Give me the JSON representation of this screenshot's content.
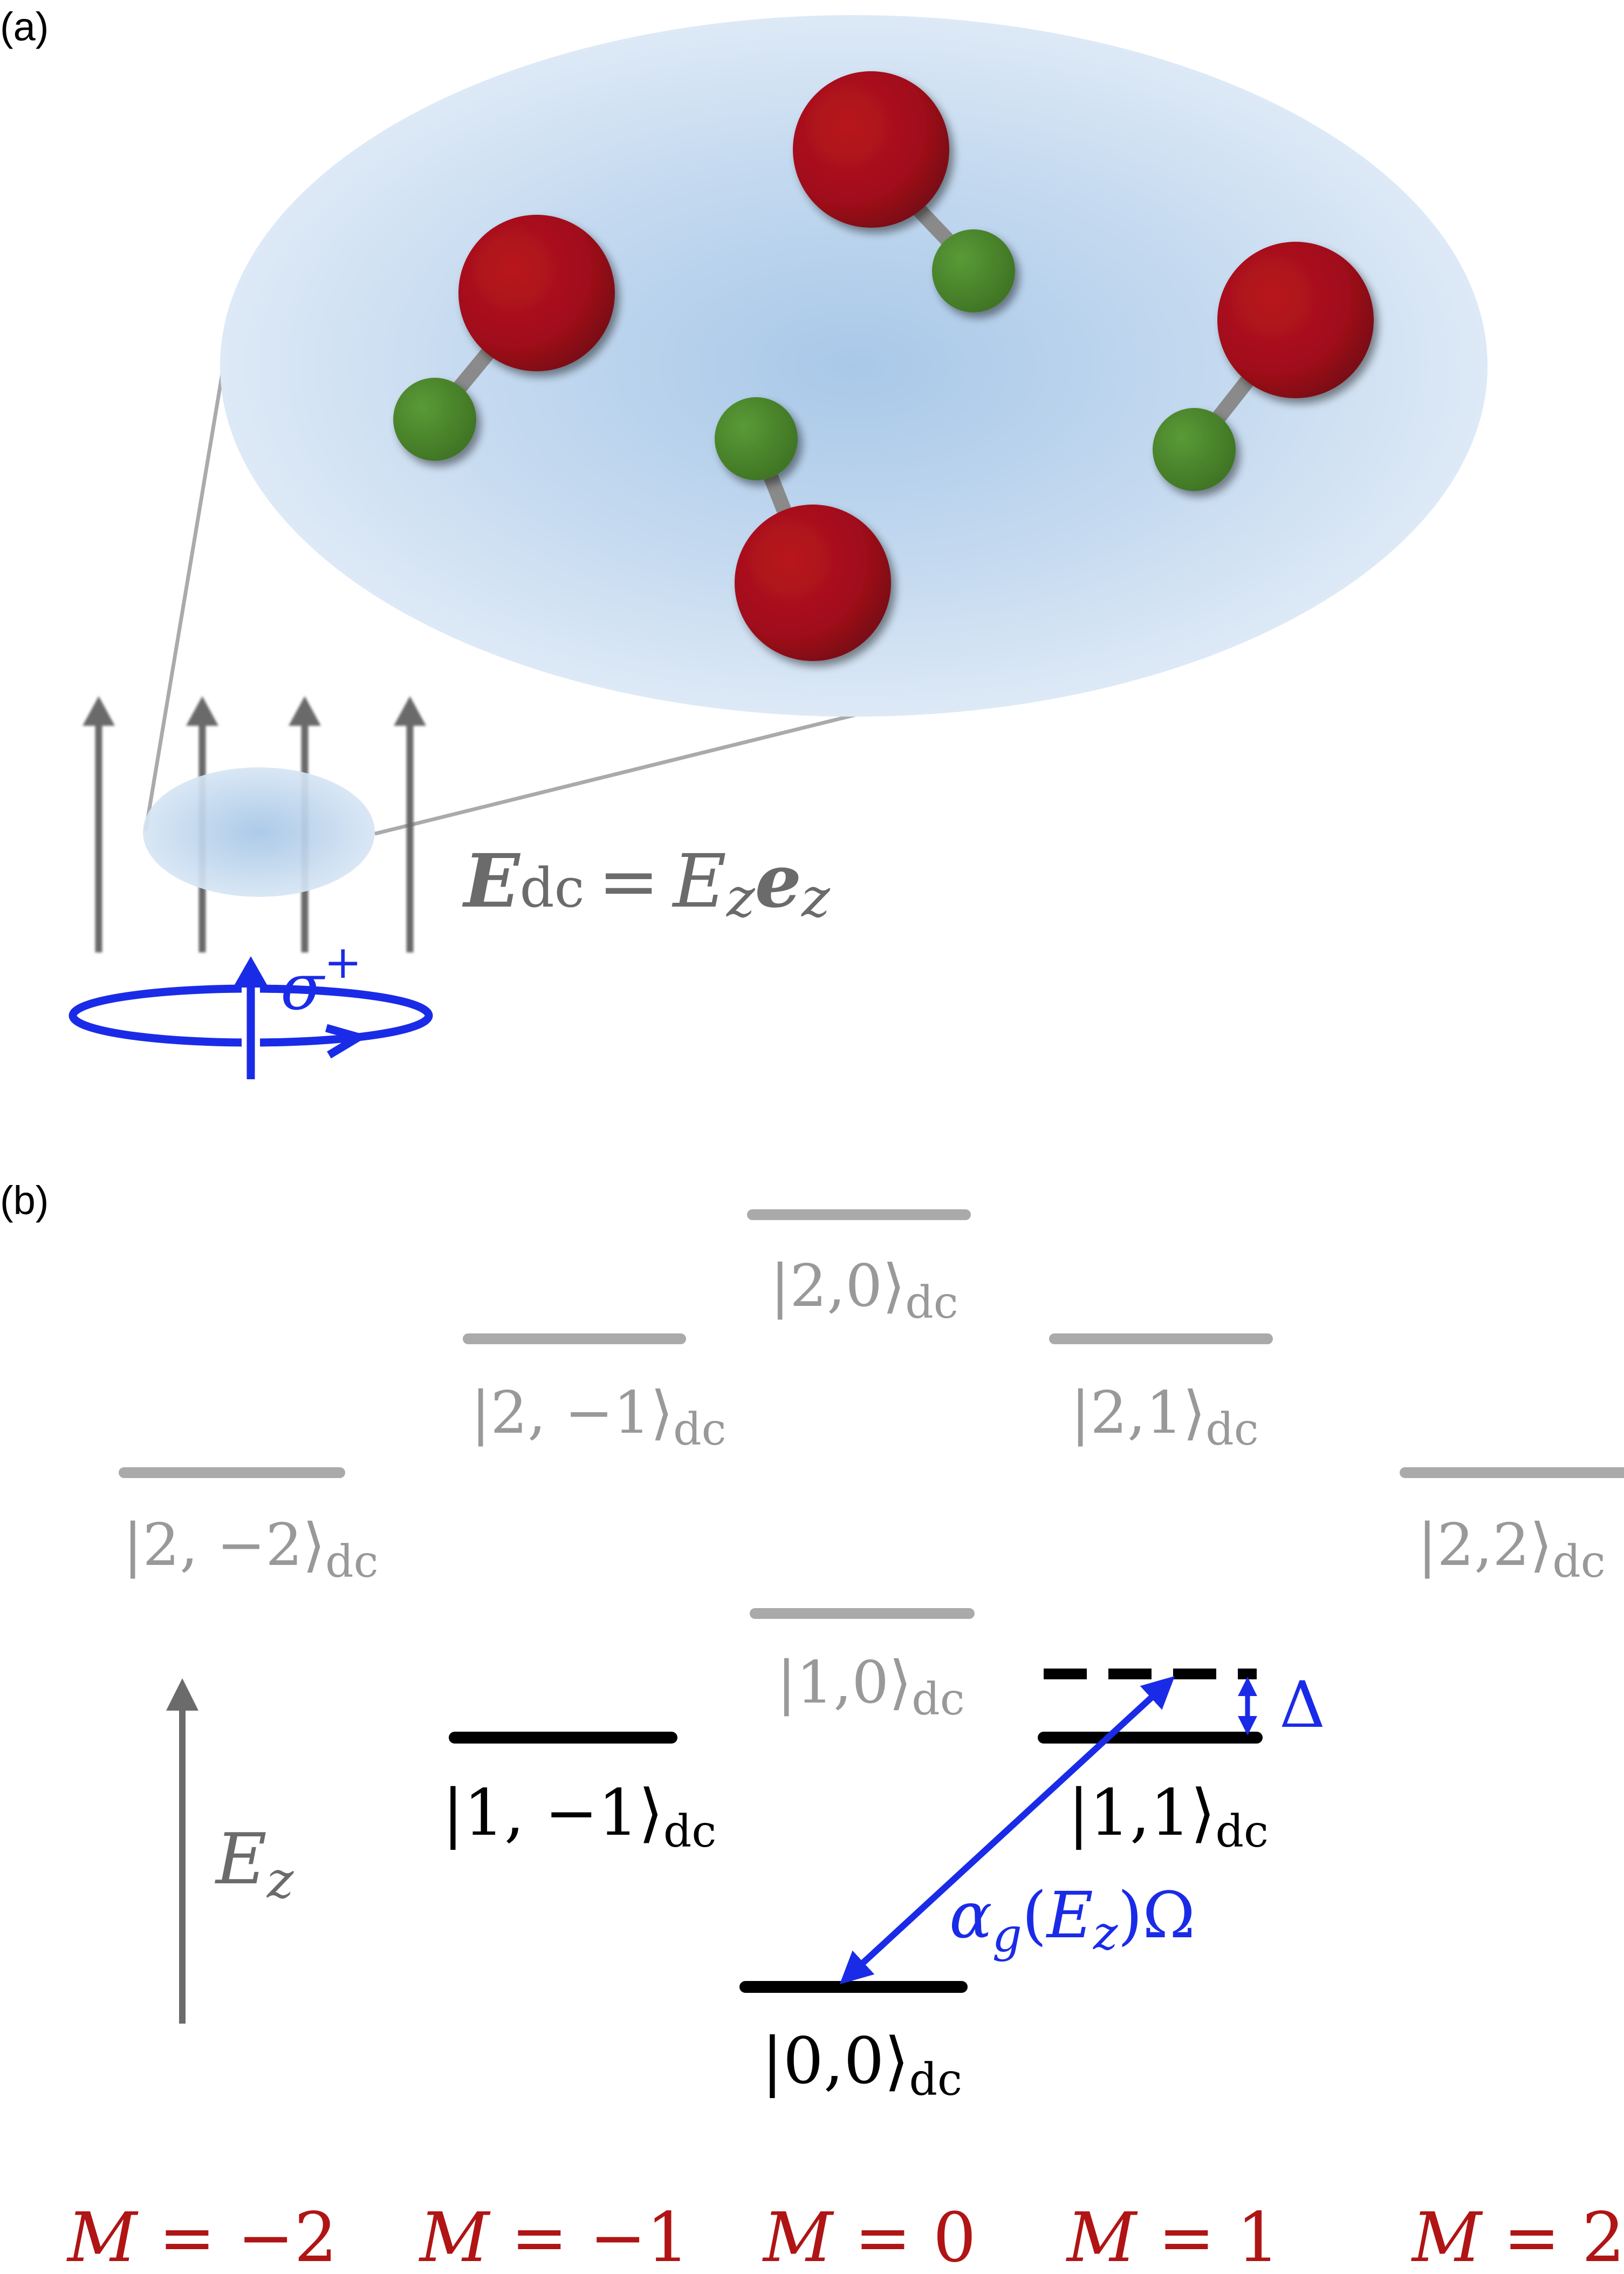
{
  "panels": {
    "a": "(a)",
    "b": "(b)"
  },
  "panel_a": {
    "field_equation": {
      "lhs": "E",
      "lhs_sub": "dc",
      "eq": "=",
      "rhs1": "E",
      "rhs1_sub": "z",
      "rhs2": "e",
      "rhs2_sub": "z"
    },
    "polarization": {
      "symbol": "σ",
      "sup": "+"
    }
  },
  "panel_b": {
    "energy_axis": {
      "symbol": "E",
      "sub": "z"
    },
    "levels": {
      "ket_2m2": {
        "text": "|2, −2⟩",
        "sub": "dc"
      },
      "ket_2m1": {
        "text": "|2, −1⟩",
        "sub": "dc"
      },
      "ket_20": {
        "text": "|2,0⟩",
        "sub": "dc"
      },
      "ket_21": {
        "text": "|2,1⟩",
        "sub": "dc"
      },
      "ket_22": {
        "text": "|2,2⟩",
        "sub": "dc"
      },
      "ket_10": {
        "text": "|1,0⟩",
        "sub": "dc"
      },
      "ket_1m1": {
        "text": "|1, −1⟩",
        "sub": "dc"
      },
      "ket_11": {
        "text": "|1,1⟩",
        "sub": "dc"
      },
      "ket_00": {
        "text": "|0,0⟩",
        "sub": "dc"
      }
    },
    "detuning": "Δ",
    "coupling": {
      "alpha": "α",
      "alpha_sub": "g",
      "arg_open": "(",
      "arg": "E",
      "arg_sub": "z",
      "arg_close": ")",
      "omega": "Ω"
    },
    "m_labels": [
      {
        "m": "M",
        "eq": " = −2"
      },
      {
        "m": "M",
        "eq": " = −1"
      },
      {
        "m": "M",
        "eq": " = 0"
      },
      {
        "m": "M",
        "eq": " = 1"
      },
      {
        "m": "M",
        "eq": " = 2"
      }
    ]
  },
  "colors": {
    "oxygen": "#a8101c",
    "hydrogen": "#4e8a2e",
    "cloud": "#b9d5ee",
    "blue": "#1a2be8",
    "gray": "#999999",
    "dark_gray": "#6b6b6b",
    "m_red": "#b01414"
  }
}
